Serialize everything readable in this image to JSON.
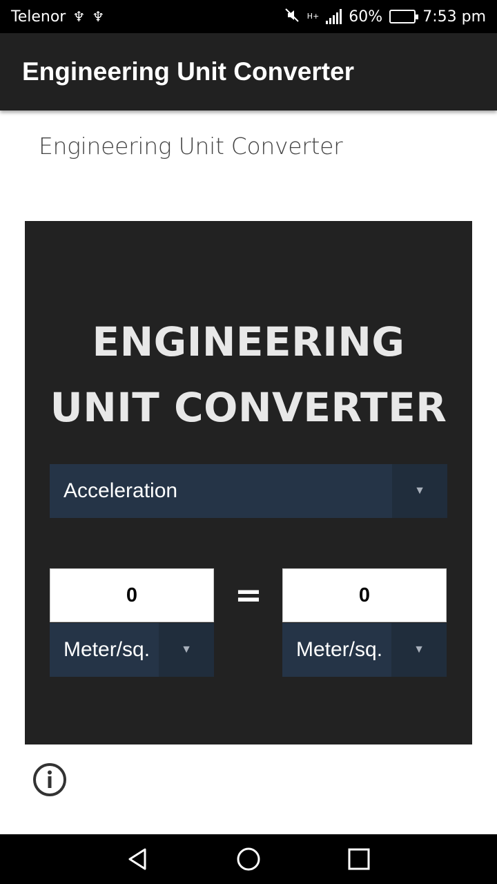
{
  "status_bar": {
    "carrier": "Telenor",
    "battery_percent": "60%",
    "time": "7:53 pm",
    "network_type": "H+",
    "icons": [
      "usb-icon",
      "usb-icon",
      "mute-icon",
      "signal-icon",
      "battery-icon"
    ],
    "battery_fill_fraction": 0.6
  },
  "app_bar": {
    "title": "Engineering Unit Converter"
  },
  "page": {
    "title": "Engineering Unit Converter"
  },
  "converter": {
    "heading_line1": "ENGINEERING",
    "heading_line2": "UNIT CONVERTER",
    "category": "Acceleration",
    "from_value": "0",
    "to_value": "0",
    "equals": "=",
    "from_unit": "Meter/sq.",
    "to_unit": "Meter/sq.",
    "dropdown_arrow": "▼"
  },
  "footer": {
    "icon": "info-icon"
  },
  "colors": {
    "status_bar_bg": "#000000",
    "app_bar_bg": "#212121",
    "panel_bg": "#222222",
    "select_bg": "#253447",
    "battery_accent": "#3ec94c"
  }
}
